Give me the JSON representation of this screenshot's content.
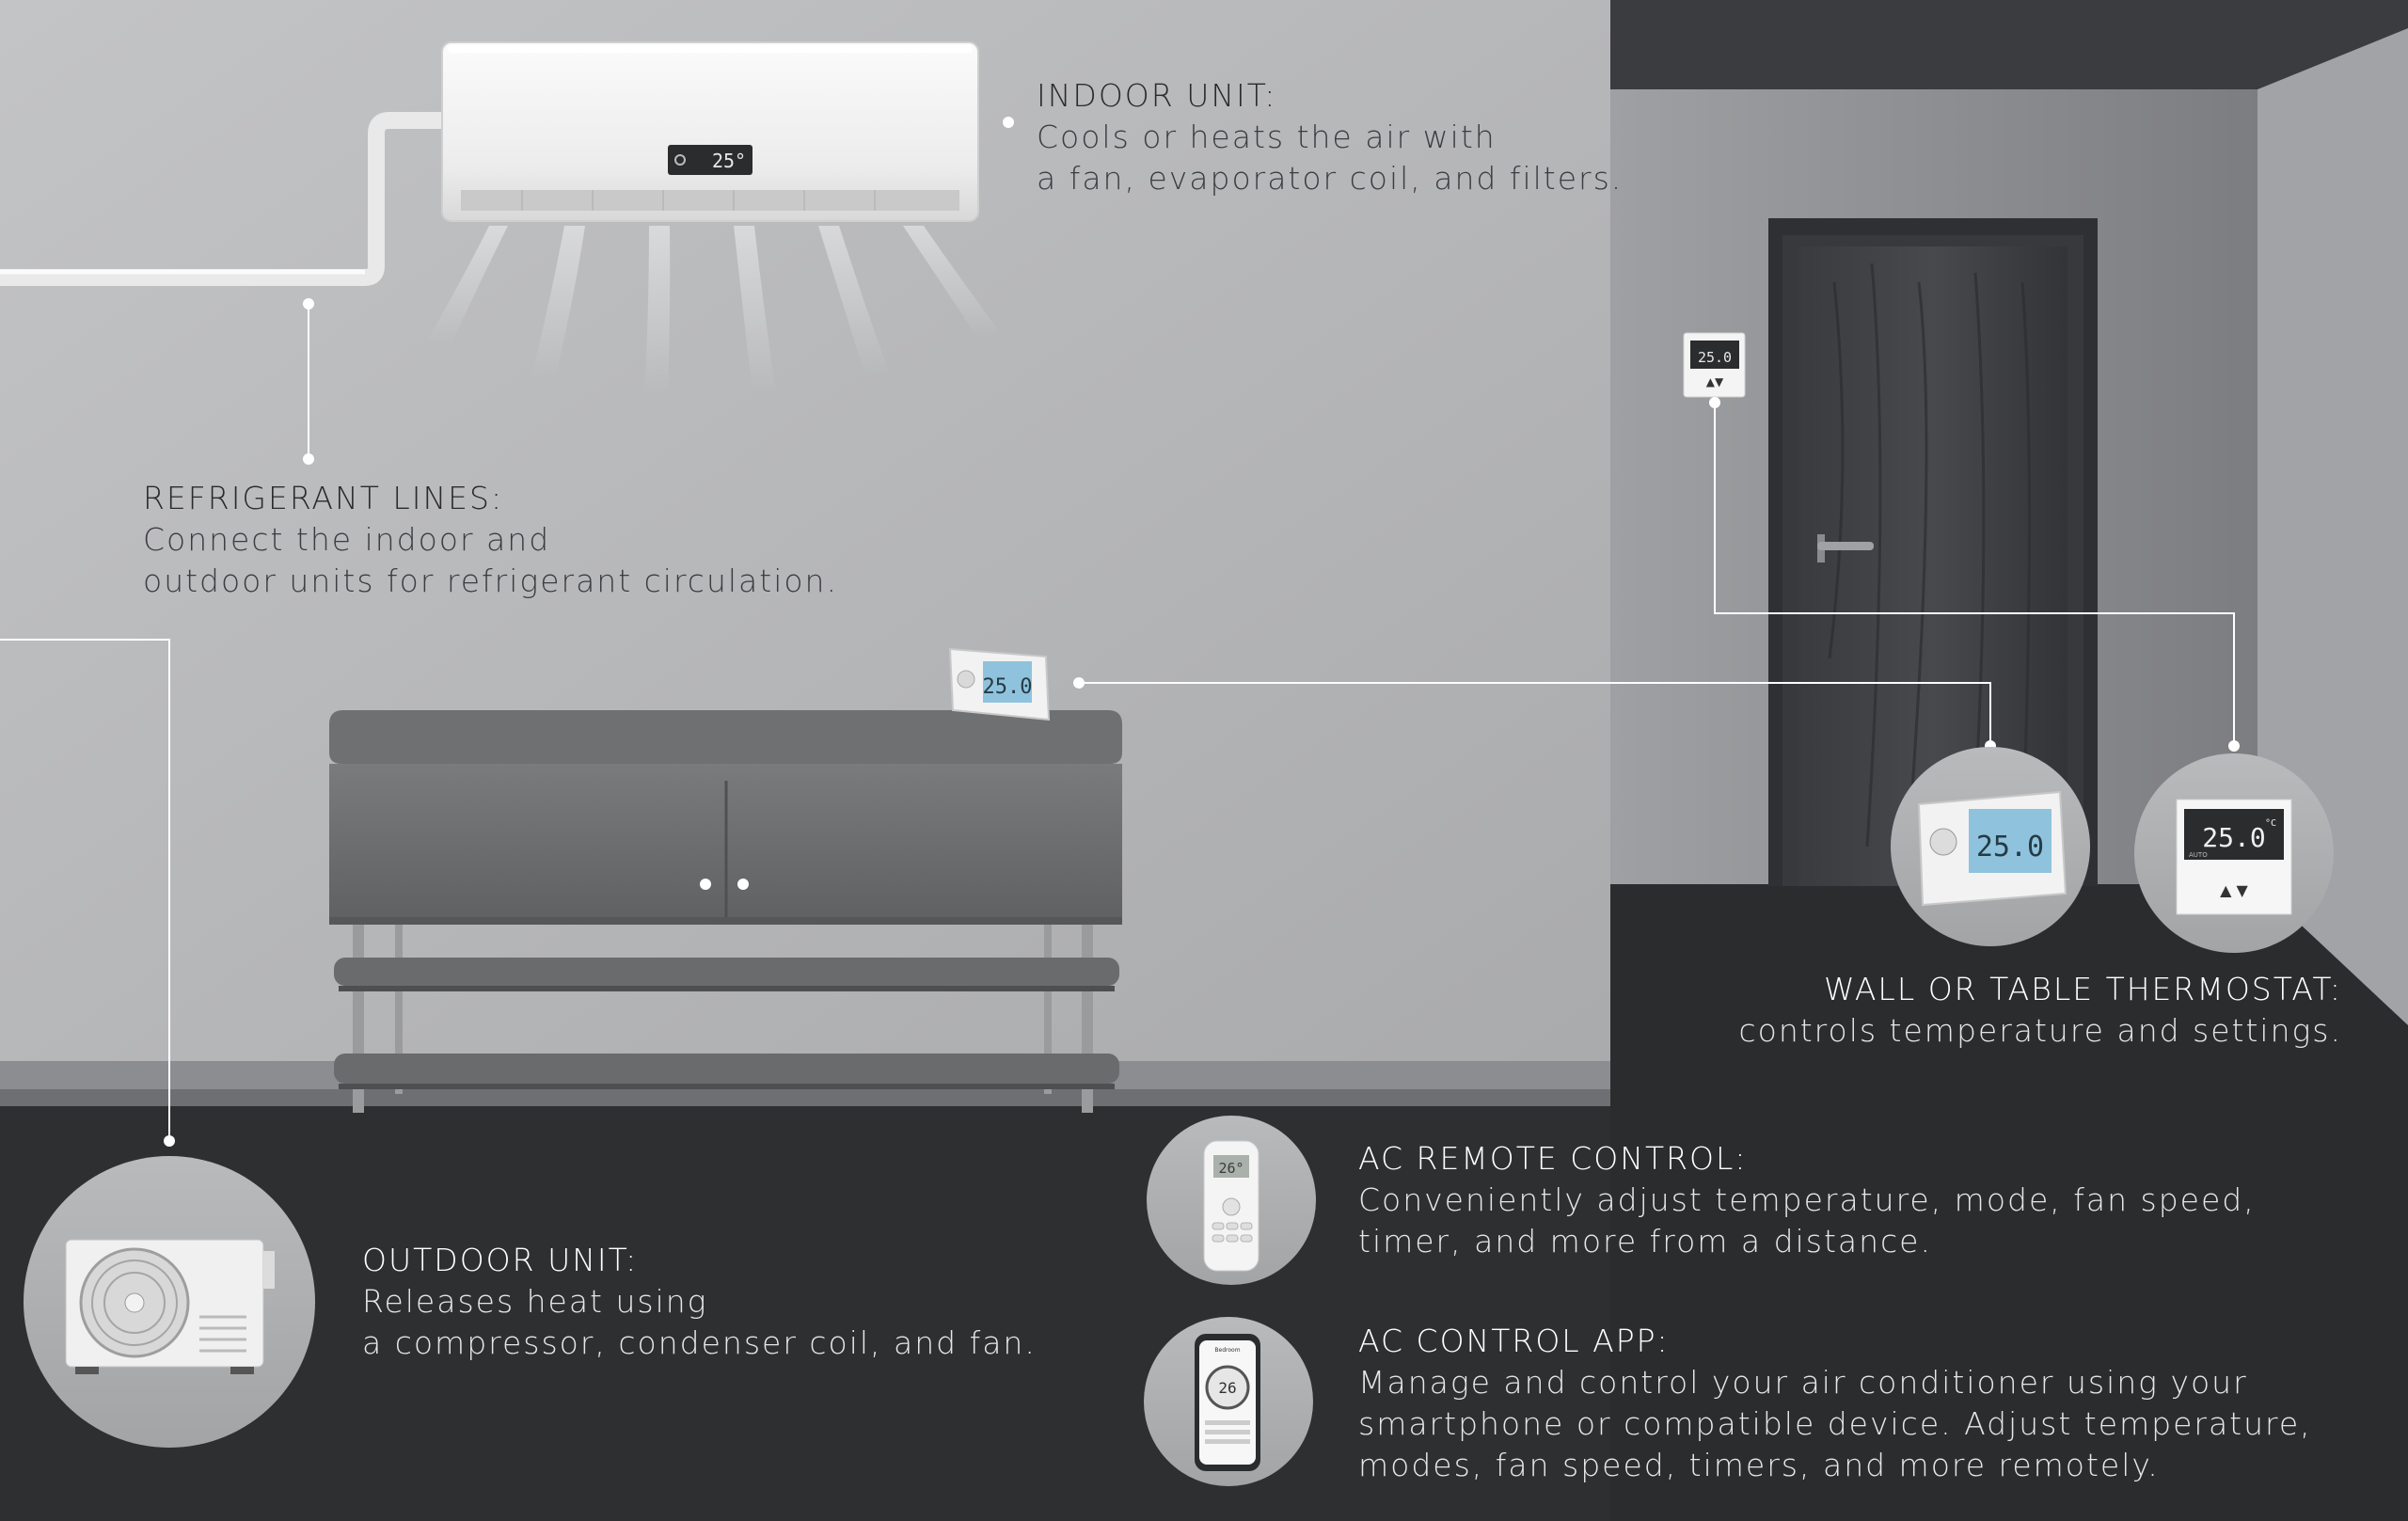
{
  "labels": {
    "indoor": {
      "title": "INDOOR UNIT:",
      "line1": "Cools or heats the air with",
      "line2": "a fan, evaporator coil, and filters."
    },
    "refrigerant": {
      "title": "REFRIGERANT LINES:",
      "line1": "Connect the indoor and",
      "line2": "outdoor units for refrigerant circulation."
    },
    "outdoor": {
      "title": "OUTDOOR UNIT:",
      "line1": "Releases heat using",
      "line2": "a compressor, condenser coil, and fan."
    },
    "thermostat": {
      "title": "WALL OR TABLE THERMOSTAT:",
      "line1": "controls temperature and settings."
    },
    "remote": {
      "title": "AC REMOTE CONTROL:",
      "line1": "Conveniently adjust temperature, mode, fan speed,",
      "line2": "timer, and more from a distance."
    },
    "app": {
      "title": "AC CONTROL APP:",
      "line1": "Manage and control your air conditioner using your",
      "line2": "smartphone or compatible device. Adjust temperature,",
      "line3": "modes, fan speed, timers, and more remotely."
    }
  },
  "displays": {
    "indoor_unit": "25°",
    "wall_thermostat": "25.0",
    "table_thermostat": "25.0",
    "wall_thermostat_zoom": "25.0",
    "wall_thermostat_zoom_unit": "°C",
    "wall_thermostat_zoom_mode": "AUTO",
    "remote": "26°",
    "app_dial": "26",
    "app_header": "Bedroom"
  },
  "colors": {
    "wall_left": "#b5b6b8",
    "wall_right": "#8f9093",
    "floor": "#2e2f31",
    "lcd": "#8fc3dd",
    "leader_line": "#ffffff"
  }
}
